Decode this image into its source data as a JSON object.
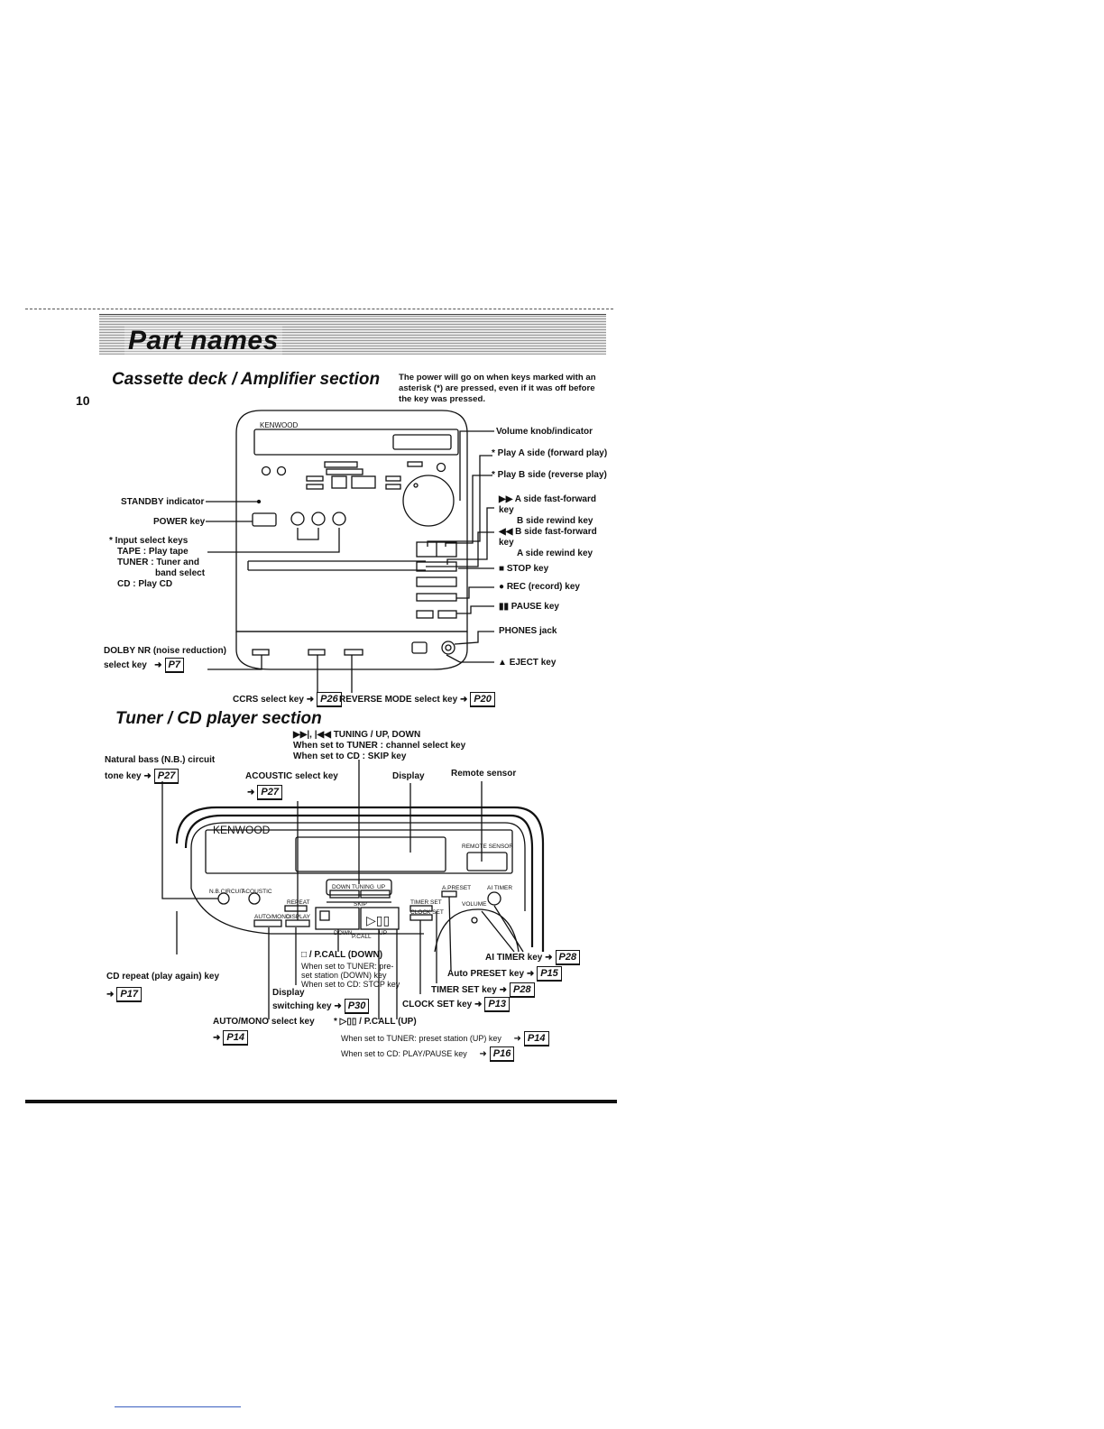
{
  "page": {
    "title": "Part names",
    "page_number": "10"
  },
  "cassette": {
    "heading": "Cassette deck / Amplifier section",
    "note": "The power will go on when keys marked with an asterisk (*) are pressed, even if it was off before the key was pressed.",
    "brand": "KENWOOD",
    "labels": {
      "volume": "Volume knob/indicator",
      "play_a": "* Play A side (forward play)",
      "play_b": "* Play B side (reverse play)",
      "ff_a": "A side fast-forward key",
      "ff_a2": "B side rewind key",
      "ff_b": "B side fast-forward key",
      "ff_b2": "A side rewind key",
      "stop": "STOP key",
      "rec": "REC (record) key",
      "pause": "PAUSE key",
      "phones": "PHONES jack",
      "eject": "EJECT key",
      "standby": "STANDBY indicator",
      "power": "POWER key",
      "input_title": "* Input select keys",
      "input_tape": "TAPE :  Play tape",
      "input_tuner": "TUNER : Tuner and",
      "input_tuner2": "band select",
      "input_cd": "CD :      Play CD",
      "dolby": "DOLBY NR (noise reduction)",
      "dolby2": "select key",
      "dolby_ref": "P7",
      "ccrs": "CCRS select key",
      "ccrs_ref": "P26",
      "reverse": "REVERSE MODE select key",
      "reverse_ref": "P20"
    }
  },
  "tuner": {
    "heading": "Tuner / CD player section",
    "brand": "KENWOOD",
    "labels": {
      "tuning1": "TUNING / UP, DOWN",
      "tuning2": "When set to TUNER : channel select key",
      "tuning3": "When set to CD :       SKIP key",
      "nb": "Natural bass (N.B.) circuit",
      "nb2": "tone key",
      "nb_ref": "P27",
      "acoustic": "ACOUSTIC select key",
      "acoustic_ref": "P27",
      "display": "Display",
      "remote": "Remote sensor",
      "ai_timer": "AI TIMER key",
      "ai_timer_ref": "P28",
      "auto_preset": "Auto PRESET key",
      "auto_preset_ref": "P15",
      "timer_set": "TIMER SET key",
      "timer_set_ref": "P28",
      "clock_set": "CLOCK SET key",
      "clock_set_ref": "P13",
      "stop_pcall": "□ / P.CALL (DOWN)",
      "stop_pcall2": "When set to TUNER: pre-",
      "stop_pcall3": "set station (DOWN) key",
      "stop_pcall4": "When set to CD: STOP key",
      "cd_repeat": "CD repeat (play again) key",
      "cd_repeat_ref": "P17",
      "display_sw": "Display",
      "display_sw2": "switching key",
      "display_sw_ref": "P30",
      "auto_mono": "AUTO/MONO select key",
      "auto_mono_ref": "P14",
      "play_pcall": "* ▷▯▯ / P.CALL (UP)",
      "play_pcall2": "When set to TUNER: preset station (UP) key",
      "play_pcall2_ref": "P14",
      "play_pcall3": "When set to CD: PLAY/PAUSE key",
      "play_pcall3_ref": "P16"
    },
    "panel": {
      "nbcircuit": "N.B.CIRCUIT",
      "acoustic": "ACOUSTIC",
      "repeat": "REPEAT",
      "automono": "AUTO/MONO",
      "display": "DISPLAY",
      "down": "DOWN",
      "tuning": "TUNING",
      "up": "UP",
      "skip": "SKIP",
      "pcall": "P.CALL",
      "apreset": "A.PRESET",
      "aitimer": "AI TIMER",
      "timerset": "TIMER SET",
      "clockset": "CLOCK SET",
      "volume": "VOLUME",
      "remote_sensor": "REMOTE SENSOR"
    }
  }
}
